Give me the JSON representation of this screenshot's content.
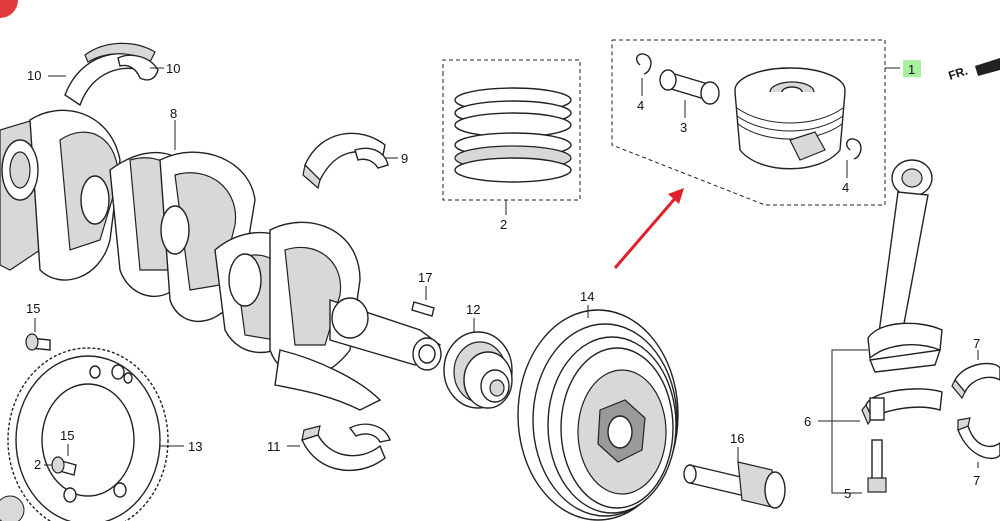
{
  "labels": {
    "p1": "1",
    "p2": "2",
    "p3": "3",
    "p4a": "4",
    "p4b": "4",
    "p5": "5",
    "p6": "6",
    "p7a": "7",
    "p7b": "7",
    "p8": "8",
    "p9": "9",
    "p10a": "10",
    "p10b": "10",
    "p11": "11",
    "p12": "12",
    "p13": "13",
    "p14": "14",
    "p15a": "15",
    "p15b": "15",
    "p16": "16",
    "p17": "17",
    "p2b": "2"
  },
  "front_marker": "FR.",
  "colors": {
    "arrow": "#e0202a",
    "highlight": "#a9f0a0",
    "ink": "#222222"
  }
}
